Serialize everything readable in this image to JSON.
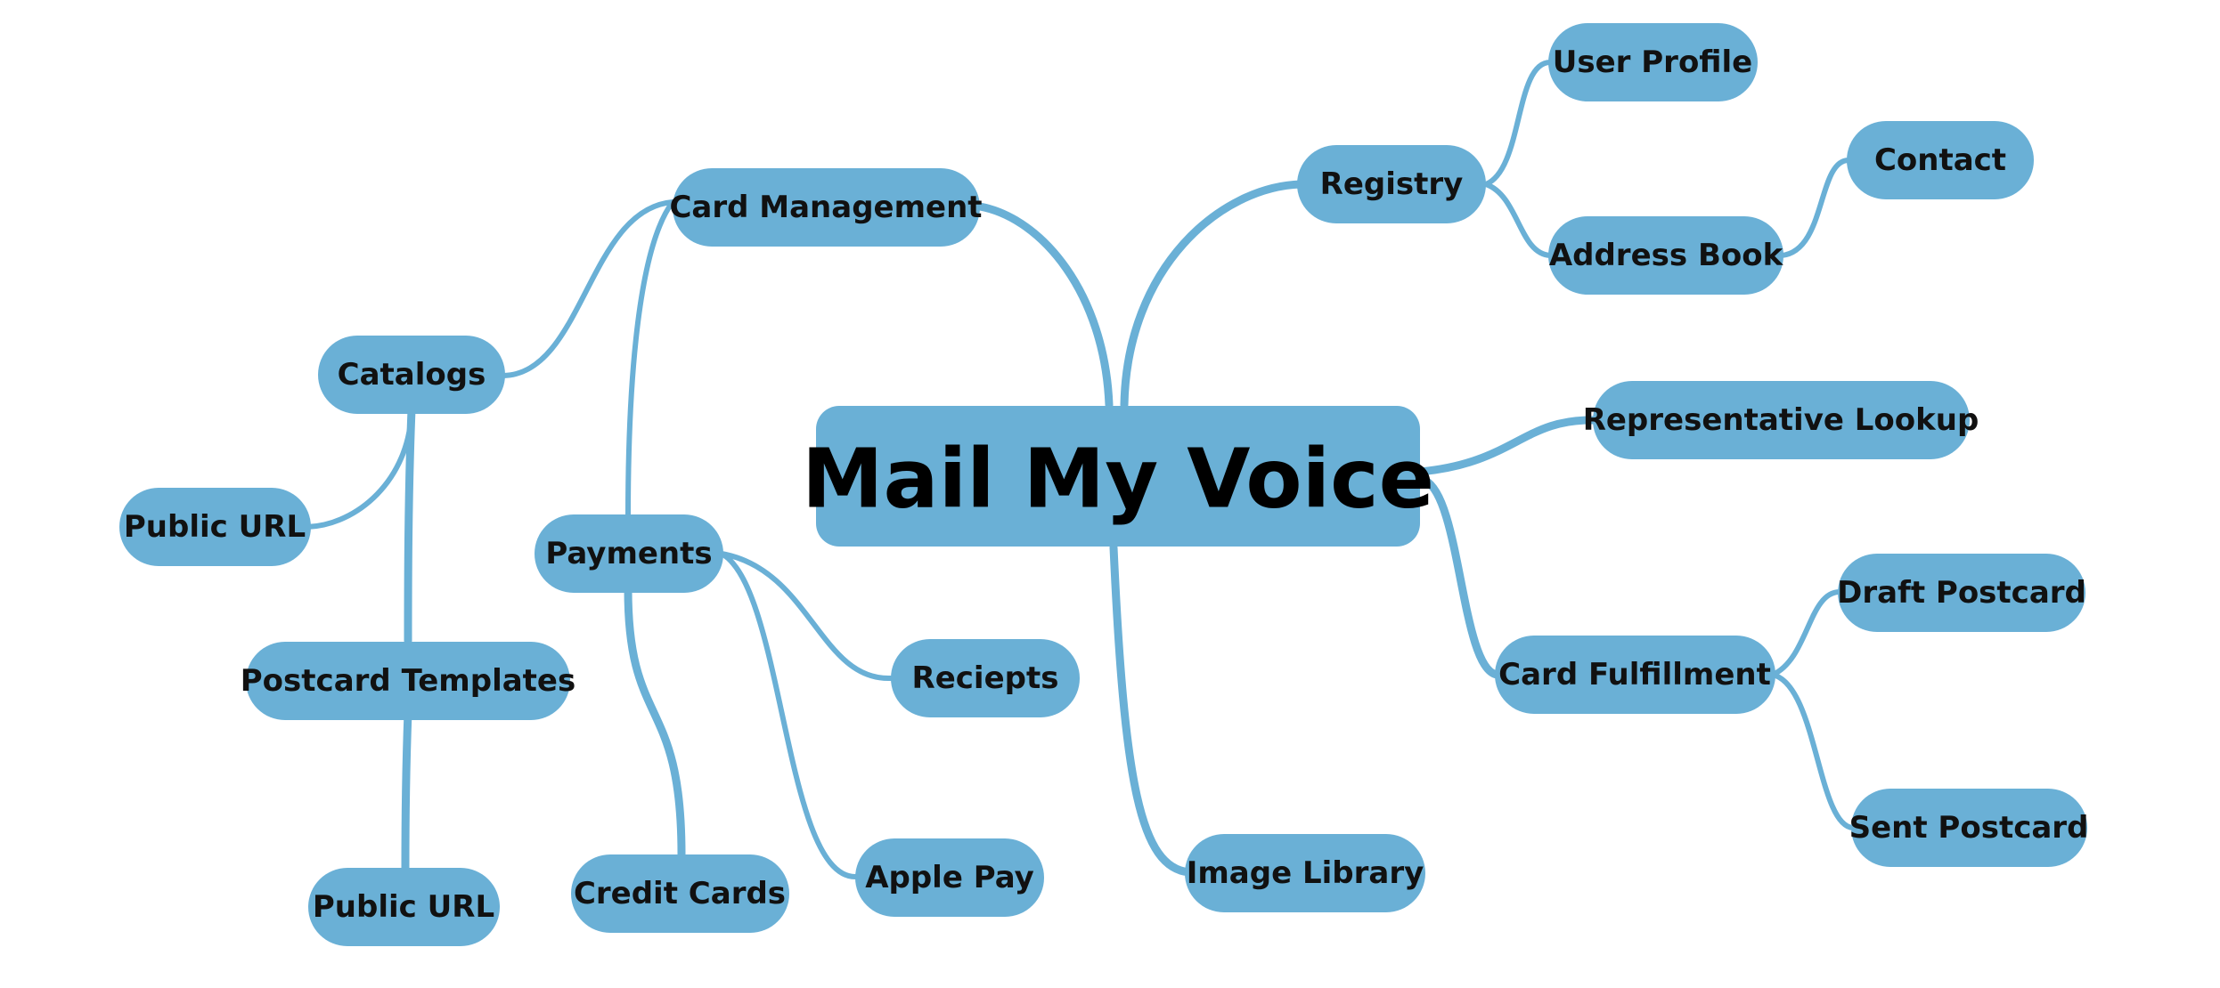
{
  "colors": {
    "node_fill": "#6ab0d6",
    "edge": "#6ab0d6",
    "text": "#111111",
    "background": "#ffffff"
  },
  "root": {
    "label": "Mail My Voice"
  },
  "nodes": {
    "card_management": "Card Management",
    "catalogs": "Catalogs",
    "public_url_catalogs": "Public URL",
    "postcard_templates": "Postcard Templates",
    "public_url_templates": "Public URL",
    "payments": "Payments",
    "reciepts": "Reciepts",
    "apple_pay": "Apple Pay",
    "credit_cards": "Credit Cards",
    "image_library": "Image Library",
    "registry": "Registry",
    "user_profile": "User Profile",
    "address_book": "Address Book",
    "contact": "Contact",
    "representative_lookup": "Representative Lookup",
    "card_fulfillment": "Card Fulfillment",
    "draft_postcard": "Draft Postcard",
    "sent_postcard": "Sent Postcard"
  }
}
